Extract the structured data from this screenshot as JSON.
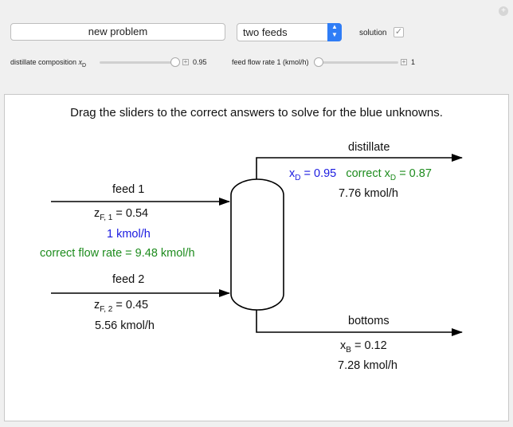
{
  "controls": {
    "new_problem_label": "new problem",
    "feeds_select_value": "two feeds",
    "solution_label": "solution",
    "solution_checked": true,
    "distillate_slider": {
      "label": "distillate composition",
      "variable": "x",
      "subscript": "D",
      "value": "0.95",
      "level": 0.95
    },
    "feed_flow_slider": {
      "label": "feed flow rate 1 (kmol/h)",
      "value": "1",
      "level": 0.02
    }
  },
  "diagram": {
    "instruction": "Drag the sliders to the correct answers to solve for the blue unknowns.",
    "distillate": {
      "title": "distillate",
      "x_var": "x",
      "x_sub": "D",
      "x_value": "= 0.95",
      "correct_prefix": "correct ",
      "correct_value": "= 0.87",
      "flow": "7.76 kmol/h"
    },
    "feed1": {
      "title": "feed 1",
      "z_var": "z",
      "z_sub": "F, 1",
      "z_value": "= 0.54",
      "flow": "1 kmol/h",
      "correct_flow": "correct flow rate = 9.48 kmol/h"
    },
    "feed2": {
      "title": "feed 2",
      "z_var": "z",
      "z_sub": "F, 2",
      "z_value": "= 0.45",
      "flow": "5.56 kmol/h"
    },
    "bottoms": {
      "title": "bottoms",
      "x_var": "x",
      "x_sub": "B",
      "x_value": "= 0.12",
      "flow": "7.28 kmol/h"
    }
  },
  "colors": {
    "unknown": "#1a1ae0",
    "correct": "#1e8c1e",
    "accent": "#2f7df6"
  }
}
